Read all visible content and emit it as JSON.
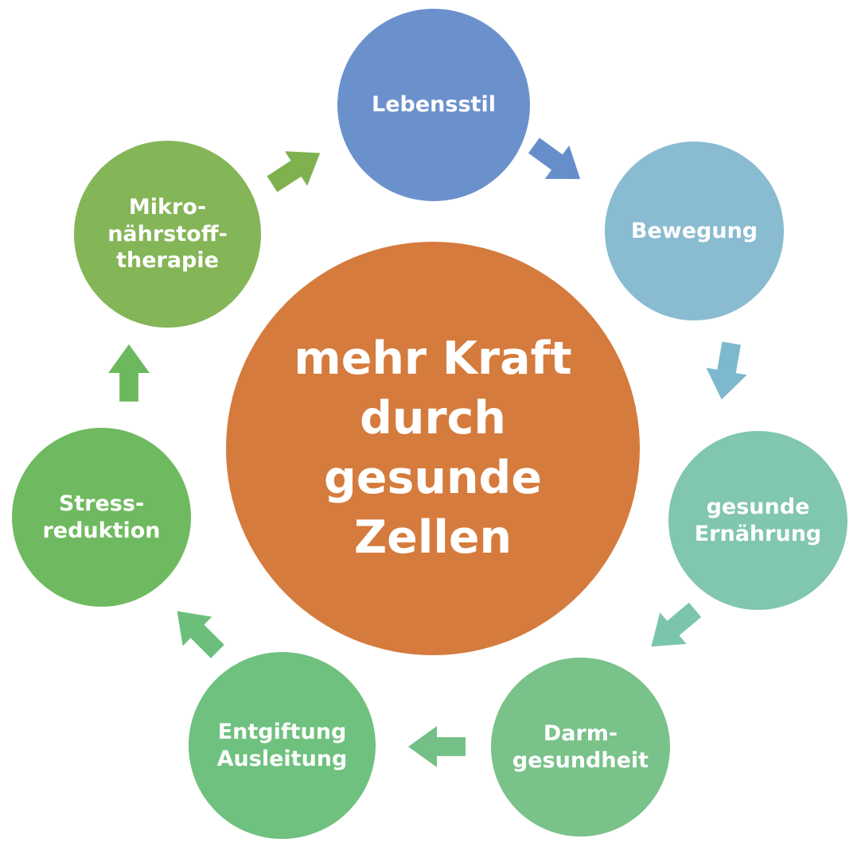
{
  "diagram": {
    "center": {
      "label": "mehr Kraft\ndurch\ngesunde\nZellen",
      "color": "#d57b3d"
    },
    "nodes": [
      {
        "label": "Lebensstil",
        "color": "#6b91cd"
      },
      {
        "label": "Bewegung",
        "color": "#89bcd1"
      },
      {
        "label": "gesunde\nErnährung",
        "color": "#80c6b0"
      },
      {
        "label": "Darm-\ngesundheit",
        "color": "#79c28a"
      },
      {
        "label": "Entgiftung\nAusleitung",
        "color": "#6ec17e"
      },
      {
        "label": "Stress-\nreduktion",
        "color": "#6fba60"
      },
      {
        "label": "Mikro-\nnährstoff-\ntherapie",
        "color": "#84b557"
      }
    ],
    "arrows": [
      {
        "from": "Mikro-nährstoff-therapie",
        "to": "Lebensstil",
        "color": "#7fb14f"
      },
      {
        "from": "Lebensstil",
        "to": "Bewegung",
        "color": "#668ecb"
      },
      {
        "from": "Bewegung",
        "to": "gesunde Ernährung",
        "color": "#7eb8ce"
      },
      {
        "from": "gesunde Ernährung",
        "to": "Darm-gesundheit",
        "color": "#7cc5ad"
      },
      {
        "from": "Darm-gesundheit",
        "to": "Entgiftung Ausleitung",
        "color": "#74c086"
      },
      {
        "from": "Entgiftung Ausleitung",
        "to": "Stress-reduktion",
        "color": "#6cbf7b"
      },
      {
        "from": "Stress-reduktion",
        "to": "Mikro-nährstoff-therapie",
        "color": "#6cb95d"
      }
    ]
  }
}
